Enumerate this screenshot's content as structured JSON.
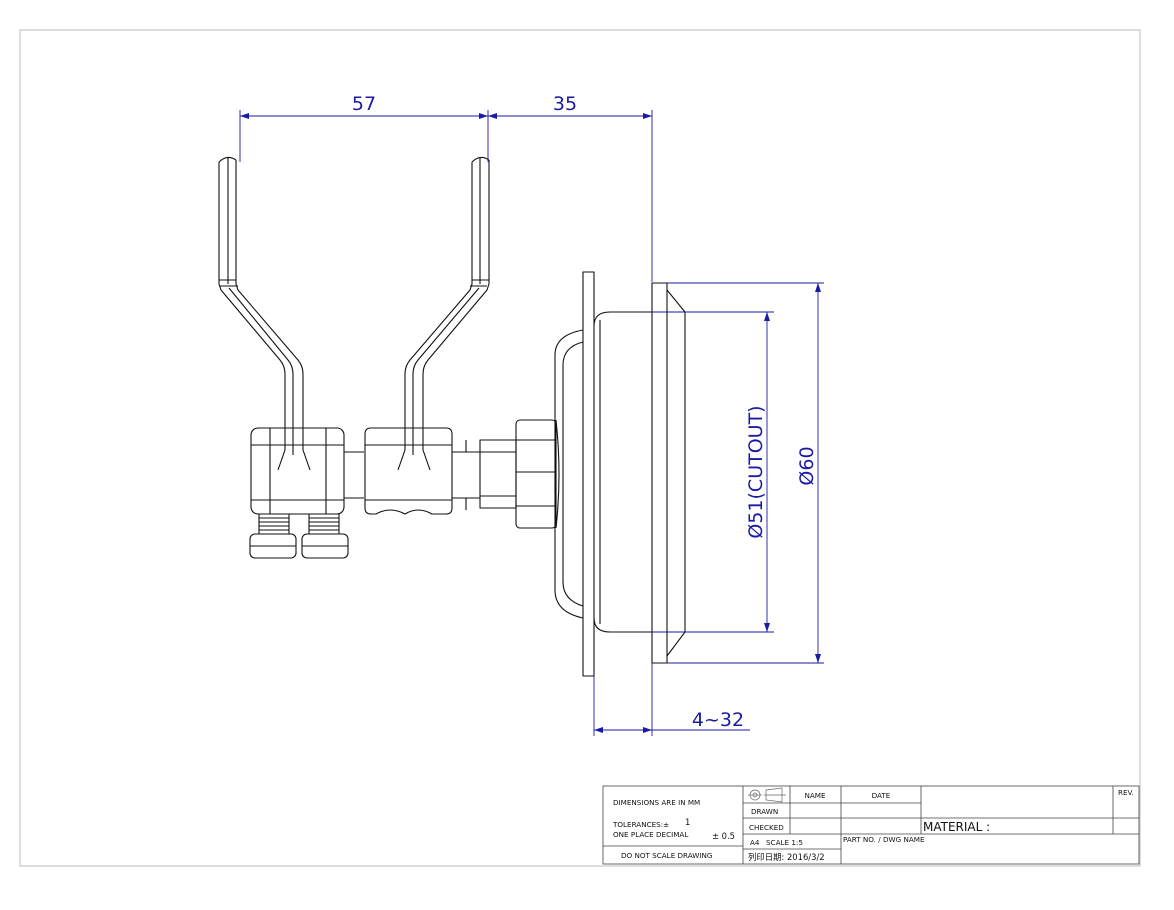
{
  "dimensions": {
    "width_left": "57",
    "width_right": "35",
    "cutout": "Ø51(CUTOUT)",
    "outer_diameter": "Ø60",
    "panel_range": "4~32"
  },
  "title_block": {
    "dimensions_note": "DIMENSIONS ARE IN MM",
    "tolerances_label": "TOLERANCES:±",
    "tolerances_value": "1",
    "one_place_label": "ONE PLACE DECIMAL",
    "one_place_value": "± 0.5",
    "do_not_scale": "DO NOT SCALE DRAWING",
    "name_header": "NAME",
    "date_header": "DATE",
    "drawn": "DRAWN",
    "checked": "CHECKED",
    "sheet_size": "A4",
    "scale": "SCALE 1:5",
    "print_date": "列印日期: 2016/3/2",
    "material": "MATERIAL :",
    "part_no": "PART NO. / DWG NAME",
    "rev": "REV."
  },
  "colors": {
    "dimension": "#1a1aa6",
    "line": "#111111",
    "border": "#c8c8c8"
  }
}
